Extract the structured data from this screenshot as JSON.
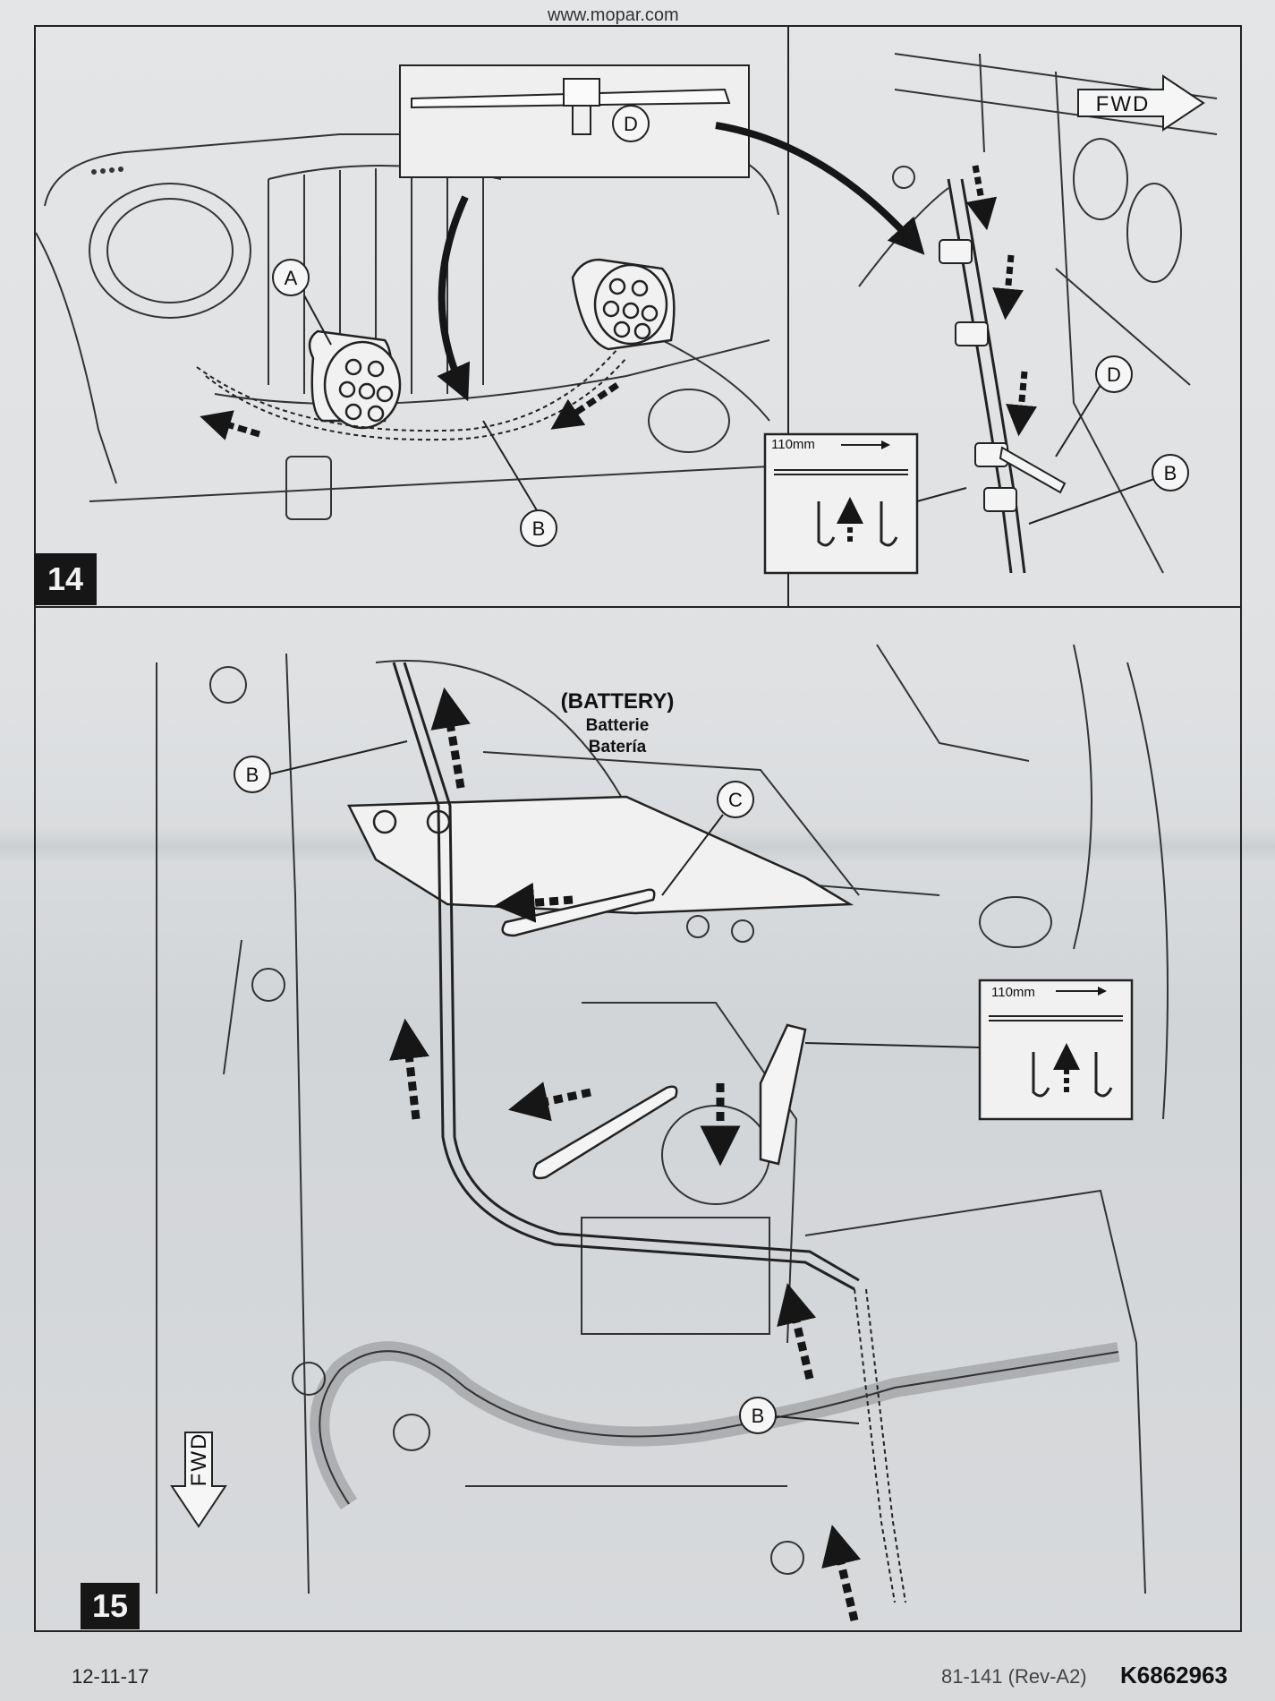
{
  "header": {
    "url": "www.mopar.com"
  },
  "steps": [
    {
      "number": "14",
      "callouts": [
        "A",
        "B",
        "D"
      ],
      "inset_callouts": [
        "D",
        "B"
      ],
      "direction_label": "FWD",
      "measurement": "110mm"
    },
    {
      "number": "15",
      "location_label": {
        "en": "(BATTERY)",
        "fr": "Batterie",
        "es": "Batería"
      },
      "callouts": [
        "B",
        "C",
        "B"
      ],
      "direction_label": "FWD",
      "measurement": "110mm"
    }
  ],
  "footer": {
    "date": "12-11-17",
    "revision": "81-141 (Rev-A2)",
    "part_number": "K6862963"
  },
  "colors": {
    "ink": "#111111",
    "paper": "#e0e2e4",
    "arrow": "#161616"
  }
}
